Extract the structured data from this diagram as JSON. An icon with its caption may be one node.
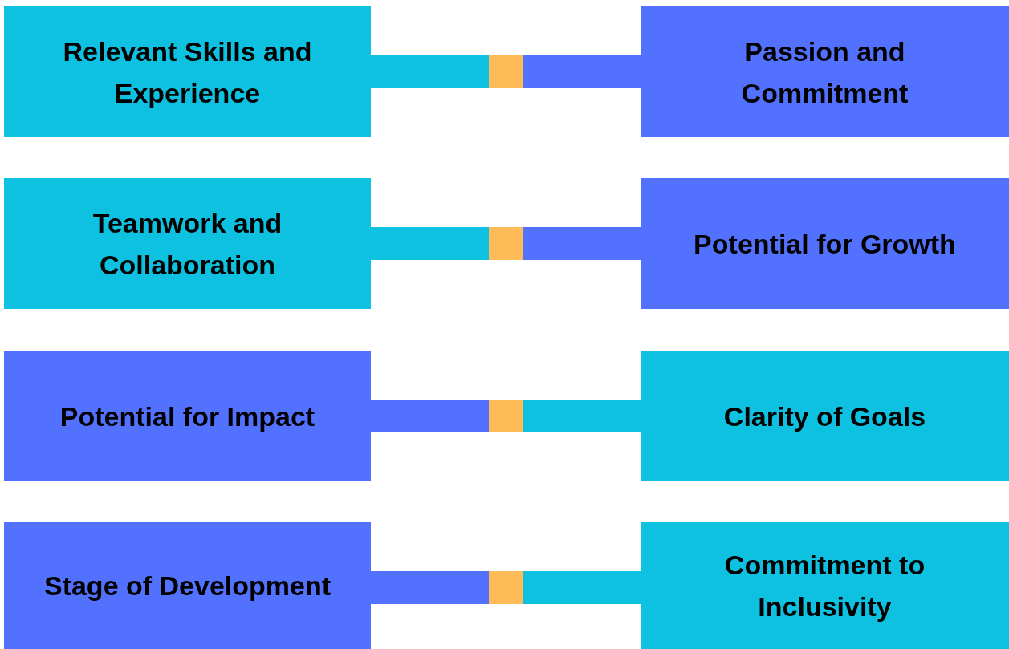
{
  "diagram": {
    "nodes": [
      {
        "text": [
          "Relevant Skills and Experience"
        ]
      },
      {
        "text": [],
        "shape": "box"
      },
      {
        "text": [
          "Passion and Commitment"
        ]
      },
      {
        "text": [
          "Teamwork and Collaboration"
        ]
      },
      {
        "text": [],
        "shape": "box"
      },
      {
        "text": [
          "Potential for Growth"
        ]
      },
      {
        "text": [
          "Potential for Impact"
        ]
      },
      {
        "text": [],
        "shape": "box"
      },
      {
        "text": [
          "Clarity of Goals"
        ]
      },
      {
        "text": [
          "Stage of Development"
        ]
      },
      {
        "text": [],
        "shape": "box"
      },
      {
        "text": [
          "Commitment to Inclusivity"
        ]
      }
    ],
    "edges": [
      {
        "from": 0,
        "to": 1,
        "arrow": "none",
        "color": "#0ec1e0"
      },
      {
        "from": 1,
        "to": 2,
        "arrow": "none",
        "color": "#5271ff"
      },
      {
        "from": 3,
        "to": 4,
        "arrow": "none",
        "color": "#0ec1e0"
      },
      {
        "from": 4,
        "to": 5,
        "arrow": "none",
        "color": "#5271ff"
      },
      {
        "from": 6,
        "to": 7,
        "arrow": "none",
        "color": "#5271ff"
      },
      {
        "from": 7,
        "to": 8,
        "arrow": "none",
        "color": "#0ec1e0"
      },
      {
        "from": 9,
        "to": 10,
        "arrow": "none",
        "color": "#5271ff"
      },
      {
        "from": 10,
        "to": 11,
        "arrow": "none",
        "color": "#0ec1e0"
      }
    ]
  }
}
